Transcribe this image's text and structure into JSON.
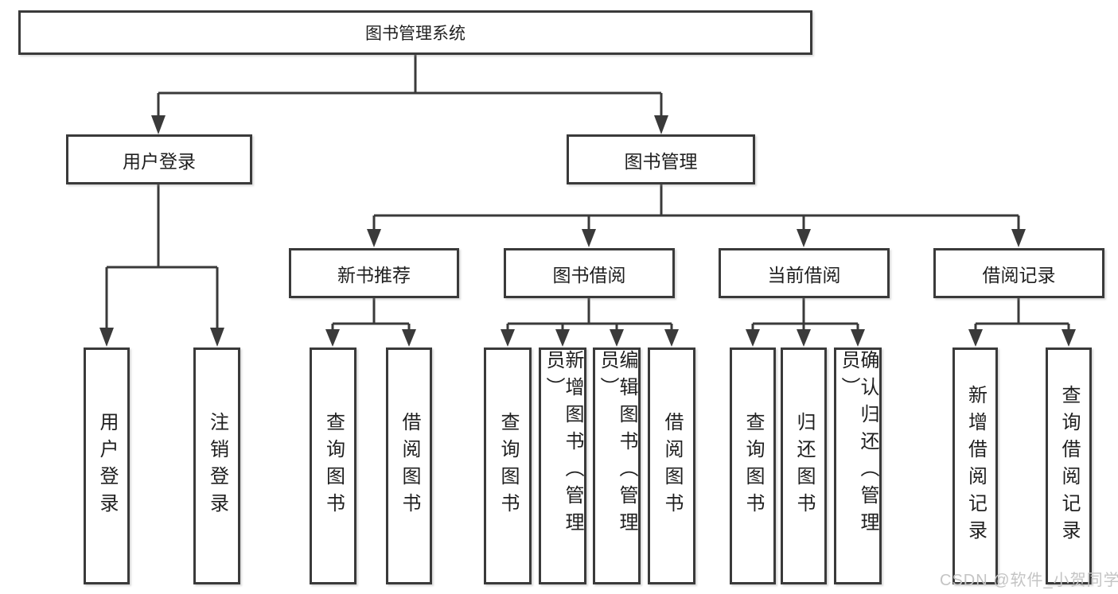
{
  "diagram": {
    "root_label": "图书管理系统",
    "level2": [
      "用户登录",
      "图书管理"
    ],
    "level3": [
      "新书推荐",
      "图书借阅",
      "当前借阅",
      "借阅记录"
    ],
    "leaves": {
      "user_login_group": [
        "用户登录",
        "注销登录"
      ],
      "new_book_group": [
        "查询图书",
        "借阅图书"
      ],
      "book_borrow_group": [
        "查询图书",
        "新增图书（管理员）",
        "编辑图书（管理员）",
        "借阅图书"
      ],
      "current_borrow_group": [
        "查询图书",
        "归还图书",
        "确认归还（管理员）"
      ],
      "borrow_record_group": [
        "新增借阅记录",
        "查询借阅记录"
      ]
    }
  },
  "watermark": "CSDN @软件_小贺同学",
  "colors": {
    "line": "#3a3a3a",
    "text": "#1f1f1f",
    "watermark": "#c4c4c4",
    "background": "#ffffff"
  }
}
